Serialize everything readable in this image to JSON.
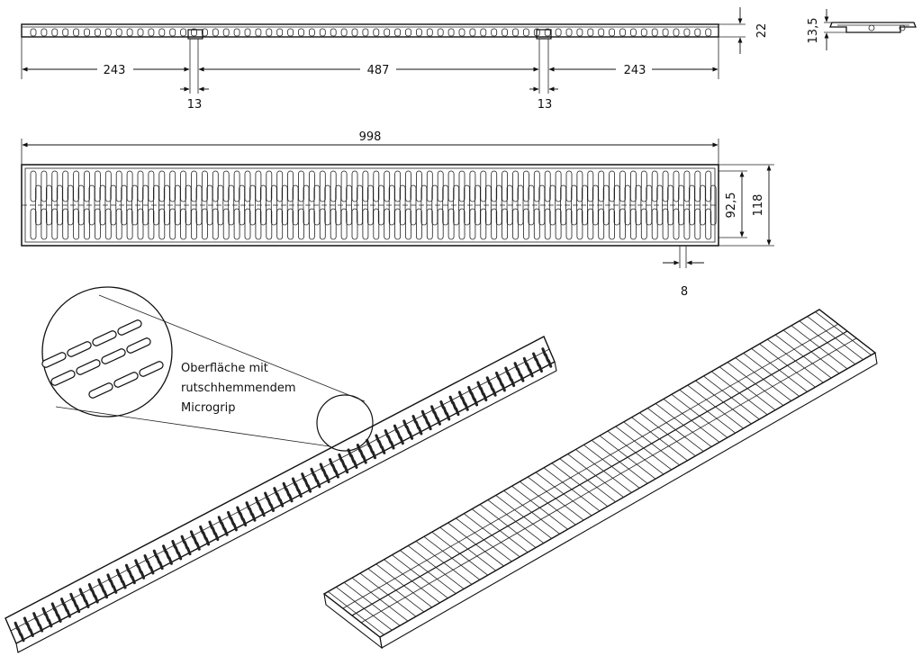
{
  "dimensions": {
    "side_left": "243",
    "side_middle": "487",
    "side_right": "243",
    "support_left": "13",
    "support_right": "13",
    "height_total": "22",
    "profile_height": "13,5",
    "length": "998",
    "width_inner": "92,5",
    "width_total": "118",
    "slot_width": "8"
  },
  "callout": {
    "line1": "Oberfläche mit",
    "line2": "rutschhemmendem",
    "line3": "Microgrip"
  }
}
